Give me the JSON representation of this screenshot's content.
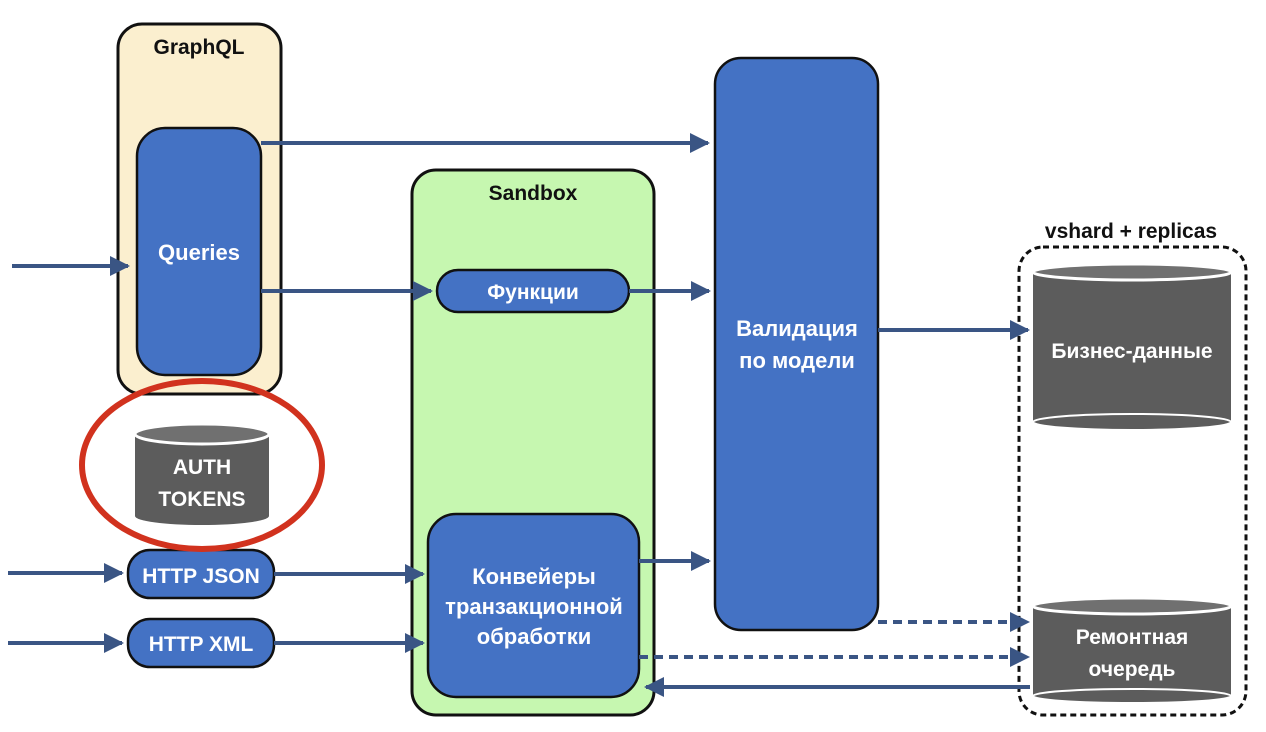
{
  "groups": {
    "graphql": "GraphQL",
    "sandbox": "Sandbox",
    "storage": "vshard + replicas"
  },
  "nodes": {
    "queries": "Queries",
    "functions": "Функции",
    "validation": [
      "Валидация",
      "по модели"
    ],
    "pipelines": [
      "Конвейеры",
      "транзакционной",
      "обработки"
    ],
    "http_json": "HTTP JSON",
    "http_xml": "HTTP XML",
    "auth_tokens": [
      "AUTH",
      "TOKENS"
    ],
    "business_data": "Бизнес-данные",
    "repair_queue": [
      "Ремонтная",
      "очередь"
    ]
  },
  "colors": {
    "blue": "#4472c4",
    "dark_blue": "#3a5584",
    "graphql_bg": "#fbefcf",
    "sandbox_bg": "#c6f7b0",
    "cylinder": "#5c5c5c",
    "highlight_red": "#d1321e"
  }
}
